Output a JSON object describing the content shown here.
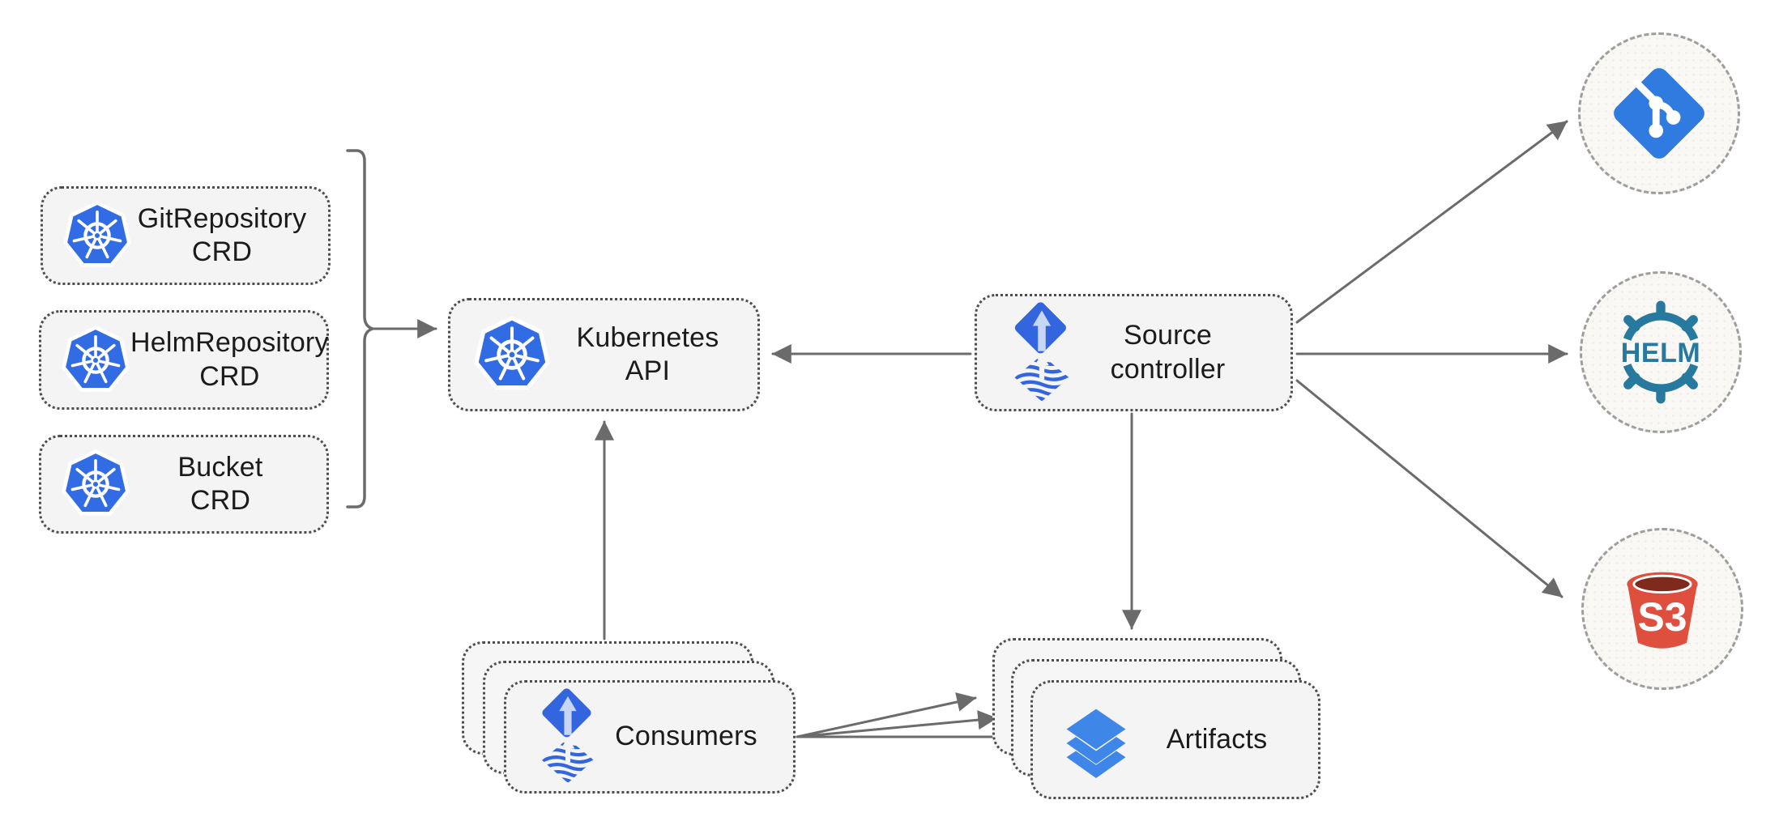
{
  "diagram": {
    "description": "Flux source-controller architecture diagram",
    "crd_boxes": [
      {
        "line1": "GitRepository",
        "line2": "CRD",
        "icon": "kubernetes-icon"
      },
      {
        "line1": "HelmRepository",
        "line2": "CRD",
        "icon": "kubernetes-icon"
      },
      {
        "line1": "Bucket",
        "line2": "CRD",
        "icon": "kubernetes-icon"
      }
    ],
    "kubernetes_api": {
      "label": "Kubernetes API",
      "icon": "kubernetes-icon"
    },
    "source_controller": {
      "line1": "Source",
      "line2": "controller",
      "icon": "flux-icon"
    },
    "consumers": {
      "label": "Consumers",
      "icon": "flux-icon",
      "stacked": 3
    },
    "artifacts": {
      "label": "Artifacts",
      "icon": "layers-icon",
      "stacked": 3
    },
    "externals": [
      {
        "name": "git",
        "icon": "git-icon"
      },
      {
        "name": "helm",
        "icon": "helm-icon",
        "text": "HELM"
      },
      {
        "name": "s3",
        "icon": "s3-bucket-icon",
        "text": "S3"
      }
    ],
    "edges": [
      {
        "from": "crd-group",
        "to": "kubernetes-api"
      },
      {
        "from": "source-controller",
        "to": "kubernetes-api"
      },
      {
        "from": "consumers",
        "to": "kubernetes-api"
      },
      {
        "from": "source-controller",
        "to": "artifacts"
      },
      {
        "from": "source-controller",
        "to": "git"
      },
      {
        "from": "source-controller",
        "to": "helm"
      },
      {
        "from": "source-controller",
        "to": "s3"
      },
      {
        "from": "consumers",
        "to": "artifacts",
        "count": 3
      }
    ],
    "colors": {
      "kubernetes_blue": "#326CE5",
      "flux_blue": "#3365DE",
      "flux_arrow_light": "#C7D6F5",
      "git_blue": "#2F7BE0",
      "helm_teal": "#27799E",
      "s3_red": "#DE4F3E",
      "s3_dark": "#7E2B1D",
      "layers_blue": "#3E86E8",
      "node_fill": "#F4F4F4",
      "arrow_gray": "#6B6B6B"
    }
  }
}
